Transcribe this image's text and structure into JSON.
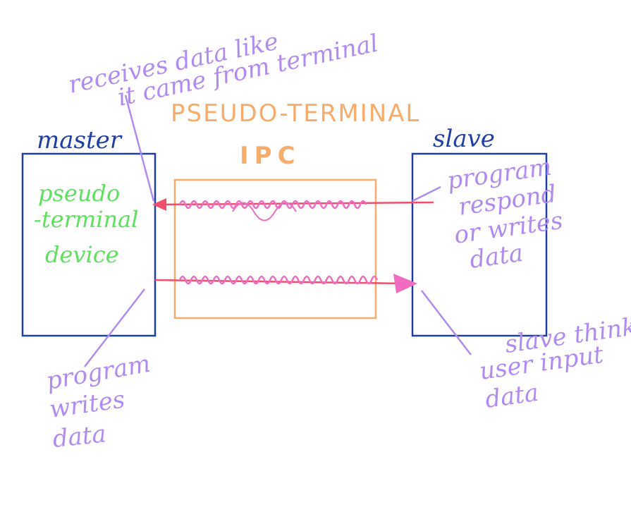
{
  "diagram": {
    "title": "PSEUDO-TERMINAL",
    "ipc_label": "IPC",
    "master": {
      "label": "master",
      "device_line1": "pseudo",
      "device_line2": "-terminal",
      "device_line3": "device"
    },
    "slave": {
      "label": "slave"
    },
    "annotations": {
      "top_line1": "receives data like",
      "top_line2": "it came from terminal",
      "slave_line1": "program",
      "slave_line2": "respond",
      "slave_line3": "or writes",
      "slave_line4": "data",
      "master_bottom_line1": "program",
      "master_bottom_line2": "writes",
      "master_bottom_line3": "data",
      "slave_bottom_line1": "slave thinks",
      "slave_bottom_line2": "user input",
      "slave_bottom_line3": "data"
    },
    "colors": {
      "box": "#1f3fa6",
      "ipc_box": "#f6ad6c",
      "arrow": "#f0506e",
      "scribble": "#f06cc0",
      "annotation": "#b18cf0",
      "device_text": "#5fe05f"
    }
  }
}
